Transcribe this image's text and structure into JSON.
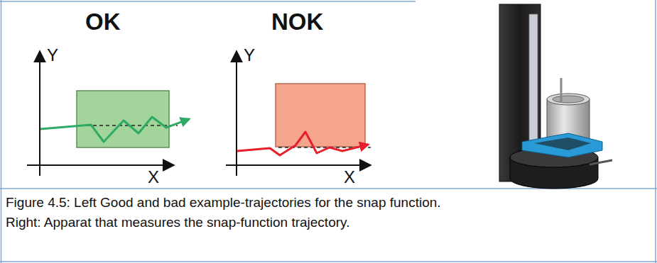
{
  "diagram": {
    "caption": "Figure 4.5: Left Good and bad example-trajectories for the snap function. Right: Apparat that measures the snap-function trajectory.",
    "labels": [
      "OK",
      "Y",
      "X",
      "NOK",
      "Y",
      "X"
    ]
  }
}
